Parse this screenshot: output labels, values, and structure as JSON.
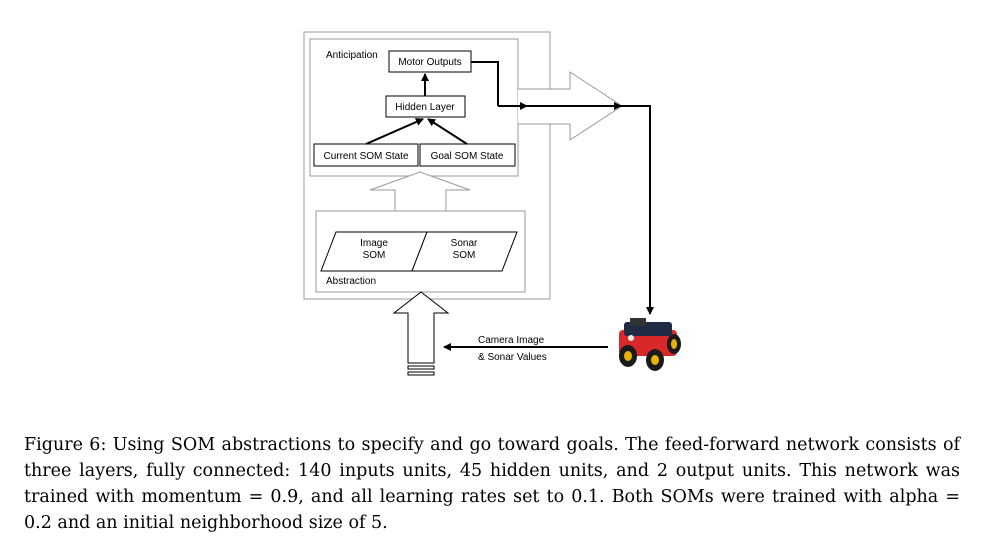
{
  "diagram": {
    "anticipation_label": "Anticipation",
    "abstraction_label": "Abstraction",
    "motor_outputs": "Motor Outputs",
    "hidden_layer": "Hidden Layer",
    "current_som_state": "Current SOM State",
    "goal_som_state": "Goal SOM State",
    "image_som_line1": "Image",
    "image_som_line2": "SOM",
    "sonar_som_line1": "Sonar",
    "sonar_som_line2": "SOM",
    "sensor_label_line1": "Camera Image",
    "sensor_label_line2": "& Sonar Values",
    "robot_icon": "mobile-robot-icon"
  },
  "caption": {
    "text": "Figure 6: Using SOM abstractions to specify and go toward goals. The feed-forward network consists of three layers, fully connected: 140 inputs units, 45 hidden units, and 2 output units. This network was trained with momentum = 0.9, and all learning rates set to 0.1. Both SOMs were trained with alpha = 0.2 and an initial neighborhood size of 5."
  }
}
